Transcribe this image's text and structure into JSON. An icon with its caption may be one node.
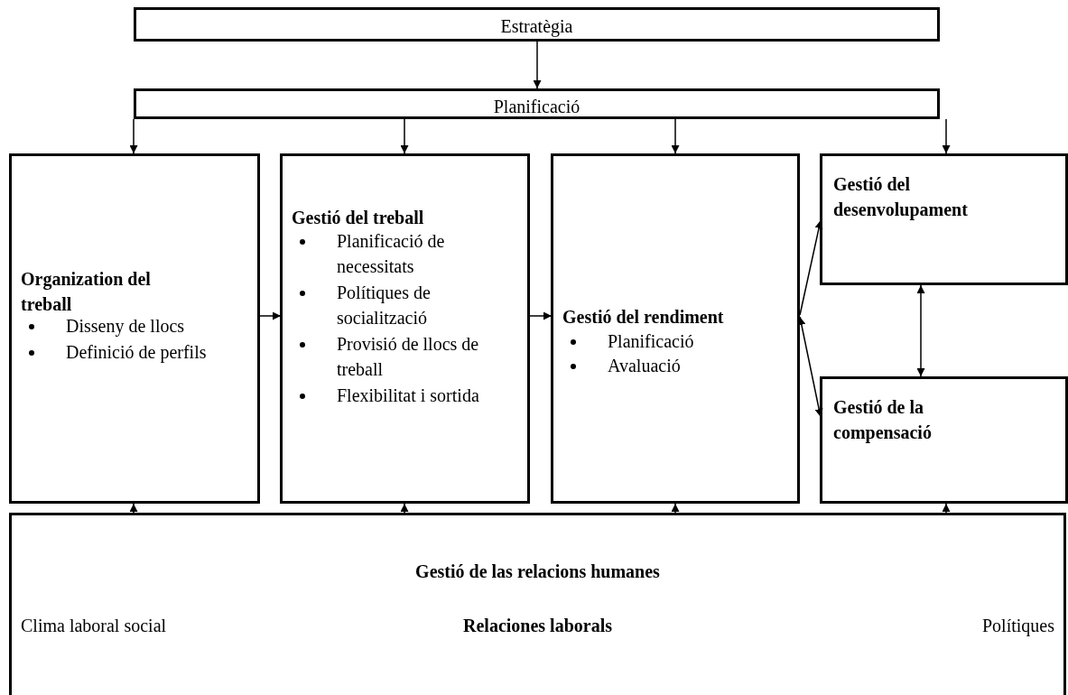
{
  "diagram": {
    "nodes": [
      {
        "text": [
          "Estratègia"
        ]
      },
      {
        "text": [
          "Planificació"
        ]
      },
      {
        "text": [
          "Organization del treball",
          "Disseny de llocs",
          "Definició de perfils"
        ]
      },
      {
        "text": [
          "Gestió del treball",
          "Planificació de necessitats",
          "Polítiques de socialització",
          "Provisió de llocs de treball",
          "Flexibilitat i sortida"
        ]
      },
      {
        "text": [
          "Gestió del rendiment",
          "Planificació",
          "Avaluació"
        ]
      },
      {
        "text": [
          "Gestió del desenvolupament"
        ]
      },
      {
        "text": [
          "Gestió de la compensació"
        ]
      },
      {
        "text": [
          "Gestió de las relacions humanes",
          "Clima laboral social",
          "Relaciones laborals",
          "Polítiques"
        ]
      }
    ],
    "edges": [
      {
        "from": 0,
        "to": 1,
        "arrow": "to"
      },
      {
        "from": 1,
        "to": 2,
        "arrow": "to"
      },
      {
        "from": 1,
        "to": 3,
        "arrow": "to"
      },
      {
        "from": 1,
        "to": 4,
        "arrow": "to"
      },
      {
        "from": 1,
        "to": 5,
        "arrow": "to"
      },
      {
        "from": 2,
        "to": 3,
        "arrow": "to"
      },
      {
        "from": 3,
        "to": 4,
        "arrow": "to"
      },
      {
        "from": 4,
        "to": 5,
        "arrow": "to"
      },
      {
        "from": 4,
        "to": 6,
        "arrow": "both"
      },
      {
        "from": 5,
        "to": 6,
        "arrow": "both"
      },
      {
        "from": 7,
        "to": 2,
        "arrow": "to"
      },
      {
        "from": 7,
        "to": 3,
        "arrow": "to"
      },
      {
        "from": 7,
        "to": 4,
        "arrow": "to"
      },
      {
        "from": 7,
        "to": 6,
        "arrow": "to"
      }
    ]
  }
}
